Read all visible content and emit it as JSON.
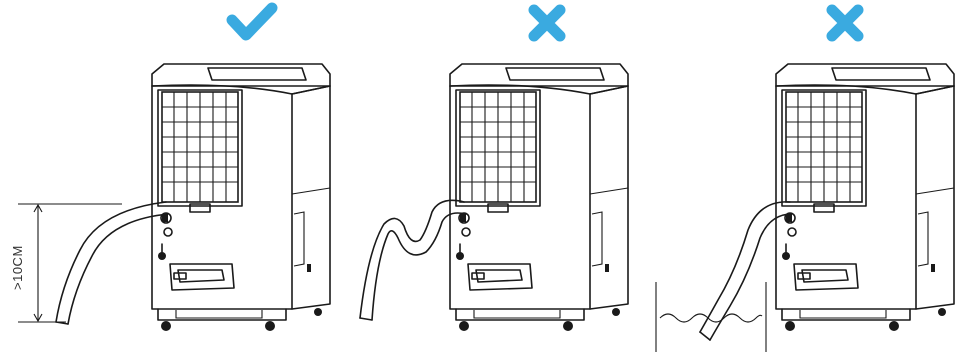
{
  "colors": {
    "correct": "#3aaae0",
    "wrong": "#3aaae0",
    "outline": "#1a1a1a"
  },
  "panels": [
    {
      "id": "correct",
      "icon": "check-icon"
    },
    {
      "id": "hose-looped-up",
      "icon": "cross-icon"
    },
    {
      "id": "hose-in-water",
      "icon": "cross-icon"
    }
  ],
  "height_label": ">10CM"
}
